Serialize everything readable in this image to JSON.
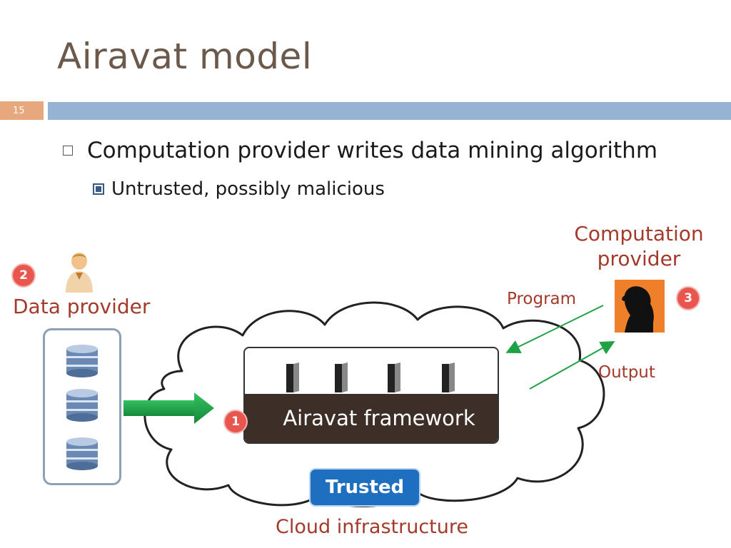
{
  "slide": {
    "title": "Airavat model",
    "number": "15",
    "bullet_main": "Computation provider writes data mining algorithm",
    "bullet_sub": "Untrusted, possibly malicious"
  },
  "diagram": {
    "computation_provider": "Computation\nprovider",
    "data_provider": "Data provider",
    "program": "Program",
    "output": "Output",
    "framework": "Airavat framework",
    "trusted": "Trusted",
    "cloud": "Cloud infrastructure",
    "badges": [
      "1",
      "2",
      "3"
    ]
  },
  "colors": {
    "accent_red": "#a33a2a",
    "badge_red": "#e8564f",
    "trusted_blue": "#1e6fbf",
    "arrow_green": "#1fa145",
    "framework_dark": "#3d2f27"
  }
}
